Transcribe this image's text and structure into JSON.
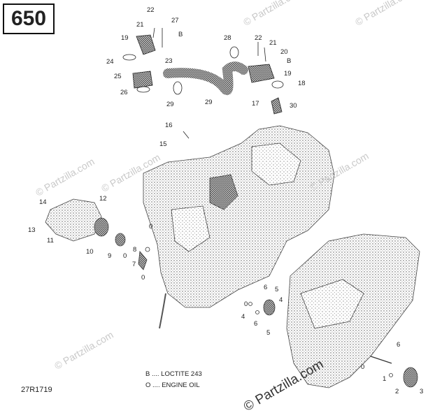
{
  "diagram": {
    "model": "650",
    "reference": "27R1719",
    "legend": [
      {
        "code": "B",
        "text": "B .... LOCTITE 243"
      },
      {
        "code": "O",
        "text": "O .... ENGINE OIL"
      }
    ],
    "watermarks": [
      "© Partzilla.com",
      "© Partzilla.com",
      "© Partzilla.com",
      "© Partzilla.com",
      "© Partzilla.com",
      "© Partzilla.com"
    ],
    "watermark_large": "© Partzilla.com",
    "callouts": [
      "22",
      "27",
      "21",
      "B",
      "19",
      "24",
      "23",
      "25",
      "26",
      "29",
      "28",
      "29",
      "22",
      "21",
      "20",
      "B",
      "19",
      "18",
      "17",
      "30",
      "16",
      "15",
      "14",
      "12",
      "13",
      "11",
      "10",
      "9",
      "0",
      "0",
      "8",
      "7",
      "0",
      "6",
      "5",
      "0",
      "4",
      "4",
      "6",
      "5",
      "6",
      "0",
      "1",
      "2",
      "3"
    ]
  }
}
